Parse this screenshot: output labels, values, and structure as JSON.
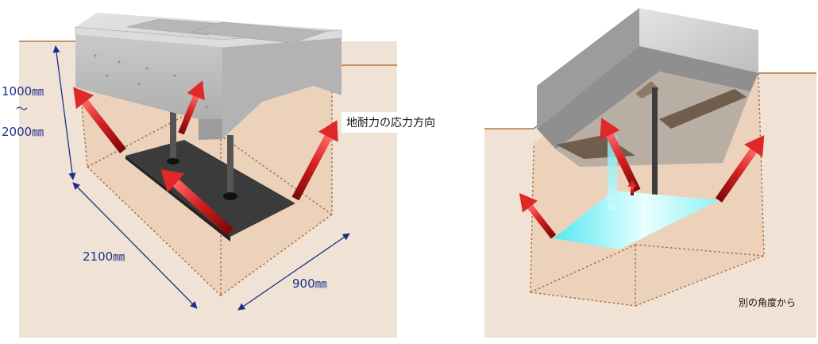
{
  "left_panel": {
    "depth_label_top": "1000㎜",
    "depth_label_mid": "～",
    "depth_label_bottom": "2000㎜",
    "length_label": "2100㎜",
    "width_label": "900㎜"
  },
  "right_panel": {
    "stress_direction_label": "地耐力の応力方向",
    "other_angle_label": "別の角度から"
  },
  "colors": {
    "ground": "#f0e3d5",
    "excavation": "#ecd2bb",
    "ground_line": "#b5763f",
    "dimension": "#1a2f8c",
    "arrow": "#d42020",
    "concrete": "#cfcfcf",
    "base_plate": "#3b3b3b",
    "cyan_plate": "#7ff0f4"
  },
  "icons": {
    "force_arrow": "red-3d-arrow-icon",
    "dimension_arrow": "double-headed-arrow-icon"
  }
}
